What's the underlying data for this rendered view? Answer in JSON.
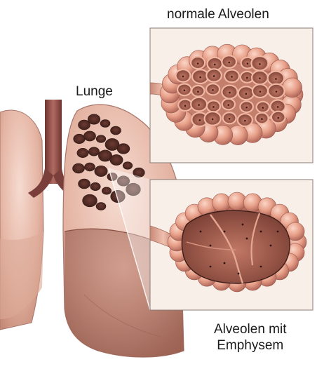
{
  "labels": {
    "lung": "Lunge",
    "normal_alveoli": "normale Alveolen",
    "emphysema_line1": "Alveolen mit",
    "emphysema_line2": "Emphysem"
  },
  "colors": {
    "skin_light": "#f1cfc2",
    "skin_mid": "#d9a08c",
    "skin_dark": "#b77663",
    "lung_shadow": "#a86d5e",
    "alveolus_light": "#f2b7a3",
    "alveolus_dark": "#7a3f34",
    "hole_dark": "#4a2620",
    "trachea": "#8a4a44",
    "panel_bg": "#f8efe9",
    "panel_border": "#8c7b74"
  }
}
